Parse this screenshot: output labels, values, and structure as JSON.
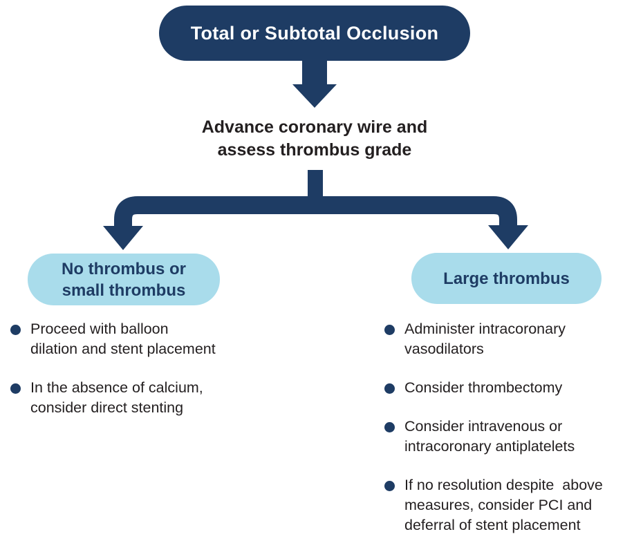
{
  "palette": {
    "navy": "#1e3c64",
    "light_blue": "#a9dceb",
    "body_text": "#231f20",
    "background": "#ffffff"
  },
  "flowchart": {
    "root": {
      "label": "Total or Subtotal Occlusion"
    },
    "step2": {
      "label": "Advance coronary wire and\nassess thrombus grade"
    },
    "branches": {
      "left": {
        "label": "No thrombus or\nsmall thrombus",
        "bullets": [
          "Proceed with balloon\ndilation and stent placement",
          "In the absence of calcium,\nconsider direct stenting"
        ]
      },
      "right": {
        "label": "Large thrombus",
        "bullets": [
          "Administer intracoronary\nvasodilators",
          "Consider thrombectomy",
          "Consider intravenous or\nintracoronary antiplatelets",
          "If no resolution despite  above\nmeasures, consider PCI and\ndeferral of stent placement"
        ]
      }
    }
  },
  "icons": {
    "down_arrow": "down-arrow",
    "branch_arrow": "split-branch-arrow"
  }
}
